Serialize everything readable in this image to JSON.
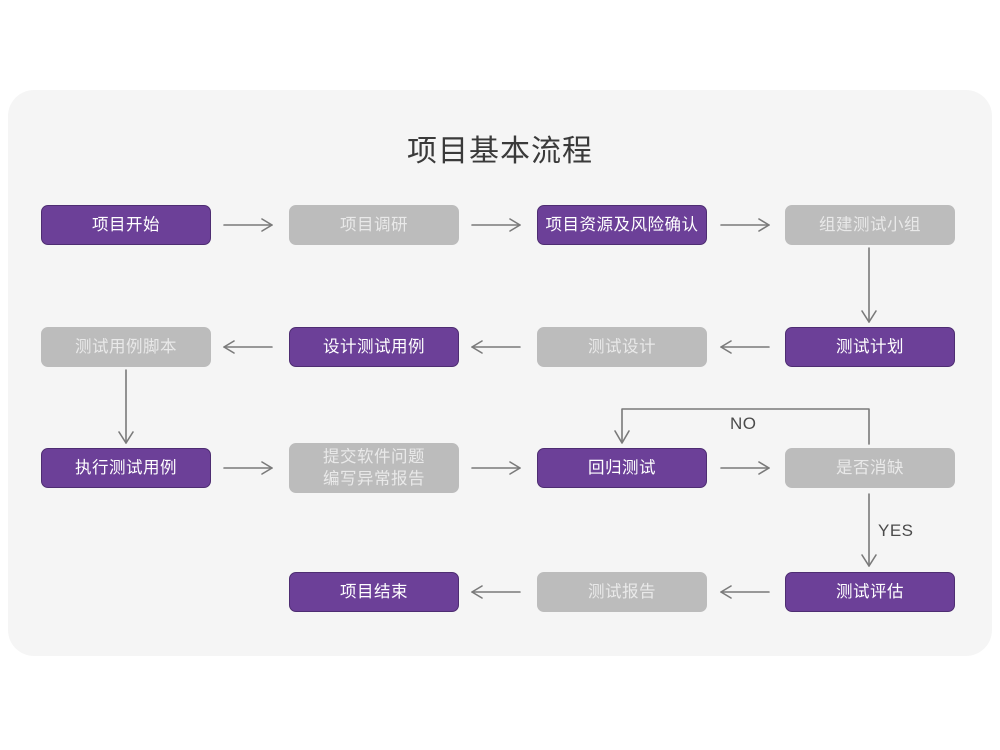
{
  "page": {
    "title": "项目基本流程",
    "background": "#ffffff",
    "card_background": "#f5f5f5"
  },
  "colors": {
    "purple_fill": "#6c4098",
    "purple_border": "#4e2d72",
    "purple_text": "#ffffff",
    "gray_fill": "#bcbcbc",
    "gray_text": "#e9e9e9",
    "connector": "#7a7a7a",
    "title_text": "#3a3a3a",
    "label_text": "#4b4b4b"
  },
  "chart_data": {
    "type": "diagram",
    "title": "项目基本流程",
    "nodes": [
      {
        "id": "n1",
        "label": "项目开始",
        "style": "purple",
        "row": 1,
        "col": 1
      },
      {
        "id": "n2",
        "label": "项目调研",
        "style": "gray",
        "row": 1,
        "col": 2
      },
      {
        "id": "n3",
        "label": "项目资源及风险确认",
        "style": "purple",
        "row": 1,
        "col": 3
      },
      {
        "id": "n4",
        "label": "组建测试小组",
        "style": "gray",
        "row": 1,
        "col": 4
      },
      {
        "id": "n5",
        "label": "测试用例脚本",
        "style": "gray",
        "row": 2,
        "col": 1
      },
      {
        "id": "n6",
        "label": "设计测试用例",
        "style": "purple",
        "row": 2,
        "col": 2
      },
      {
        "id": "n7",
        "label": "测试设计",
        "style": "gray",
        "row": 2,
        "col": 3
      },
      {
        "id": "n8",
        "label": "测试计划",
        "style": "purple",
        "row": 2,
        "col": 4
      },
      {
        "id": "n9",
        "label": "执行测试用例",
        "style": "purple",
        "row": 3,
        "col": 1
      },
      {
        "id": "n10",
        "label": "提交软件问题\n编写异常报告",
        "style": "gray",
        "row": 3,
        "col": 2
      },
      {
        "id": "n11",
        "label": "回归测试",
        "style": "purple",
        "row": 3,
        "col": 3
      },
      {
        "id": "n12",
        "label": "是否消缺",
        "style": "gray",
        "row": 3,
        "col": 4
      },
      {
        "id": "n13",
        "label": "项目结束",
        "style": "purple",
        "row": 4,
        "col": 2
      },
      {
        "id": "n14",
        "label": "测试报告",
        "style": "gray",
        "row": 4,
        "col": 3
      },
      {
        "id": "n15",
        "label": "测试评估",
        "style": "purple",
        "row": 4,
        "col": 4
      }
    ],
    "edges": [
      {
        "from": "n1",
        "to": "n2",
        "direction": "right",
        "label": ""
      },
      {
        "from": "n2",
        "to": "n3",
        "direction": "right",
        "label": ""
      },
      {
        "from": "n3",
        "to": "n4",
        "direction": "right",
        "label": ""
      },
      {
        "from": "n4",
        "to": "n8",
        "direction": "down",
        "label": ""
      },
      {
        "from": "n8",
        "to": "n7",
        "direction": "left",
        "label": ""
      },
      {
        "from": "n7",
        "to": "n6",
        "direction": "left",
        "label": ""
      },
      {
        "from": "n6",
        "to": "n5",
        "direction": "left",
        "label": ""
      },
      {
        "from": "n5",
        "to": "n9",
        "direction": "down",
        "label": ""
      },
      {
        "from": "n9",
        "to": "n10",
        "direction": "right",
        "label": ""
      },
      {
        "from": "n10",
        "to": "n11",
        "direction": "right",
        "label": ""
      },
      {
        "from": "n11",
        "to": "n12",
        "direction": "right",
        "label": ""
      },
      {
        "from": "n12",
        "to": "n11",
        "direction": "loop-up-left",
        "label": "NO"
      },
      {
        "from": "n12",
        "to": "n15",
        "direction": "down",
        "label": "YES"
      },
      {
        "from": "n15",
        "to": "n14",
        "direction": "left",
        "label": ""
      },
      {
        "from": "n14",
        "to": "n13",
        "direction": "left",
        "label": ""
      }
    ],
    "edge_labels": {
      "no": "NO",
      "yes": "YES"
    }
  }
}
